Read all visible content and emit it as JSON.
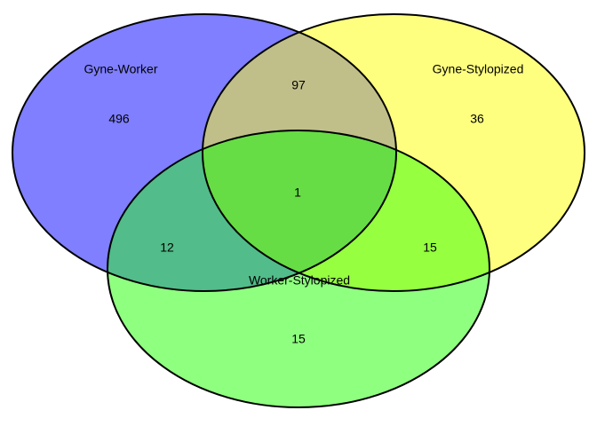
{
  "venn": {
    "sets": [
      {
        "name": "Gyne-Worker",
        "color": "#7f7fff"
      },
      {
        "name": "Gyne-Stylopized",
        "color": "#ffff7f"
      },
      {
        "name": "Worker-Stylopized",
        "color": "#8fff80"
      }
    ],
    "regions": {
      "gw_only": "496",
      "gs_only": "36",
      "ws_only": "15",
      "gw_gs": "97",
      "gw_ws": "12",
      "gs_ws": "15",
      "all": "1"
    },
    "overlap_colors": {
      "gw_gs": "#c0bf8a",
      "gw_ws": "#52bc8a",
      "gs_ws": "#95ff40",
      "all": "#66dd44"
    },
    "outline_color": "#000000"
  }
}
